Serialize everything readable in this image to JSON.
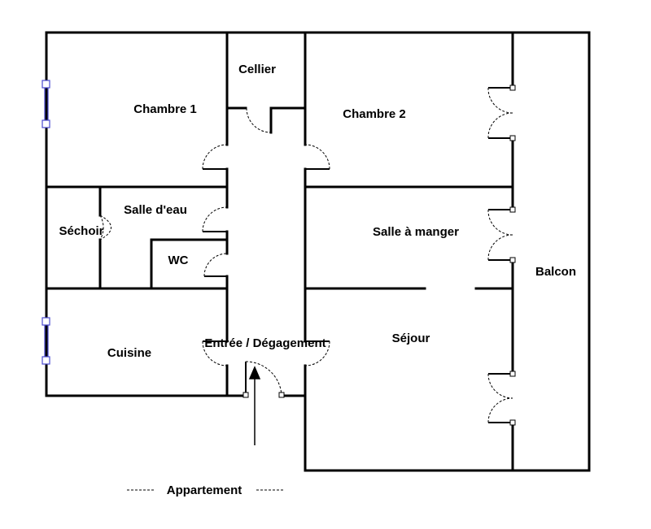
{
  "rooms": {
    "chambre1": "Chambre 1",
    "cellier": "Cellier",
    "chambre2": "Chambre 2",
    "salle_eau": "Salle d'eau",
    "sechoir": "Séchoir",
    "wc": "WC",
    "salle_manger": "Salle à manger",
    "balcon": "Balcon",
    "cuisine": "Cuisine",
    "entree": "Entrée / Dégagement",
    "sejour": "Séjour"
  },
  "caption": "Appartement"
}
